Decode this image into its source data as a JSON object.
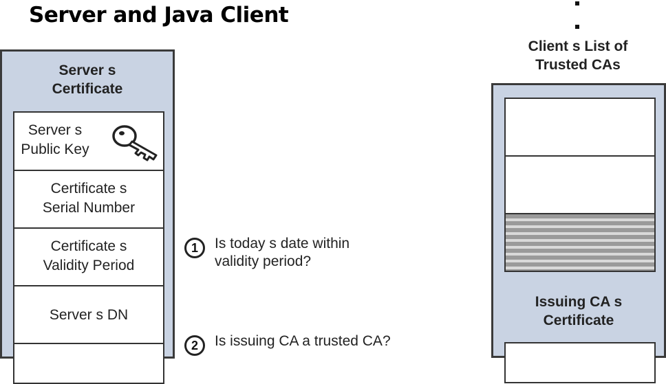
{
  "title": "Server and Java Client",
  "server_certificate": {
    "title_line1": "Server s",
    "title_line2": "Certificate",
    "fields": [
      {
        "line1": "Server s",
        "line2": "Public Key"
      },
      {
        "line1": "Certificate s",
        "line2": "Serial Number"
      },
      {
        "line1": "Certificate s",
        "line2": "Validity Period"
      },
      {
        "line1": "Server s DN",
        "line2": ""
      }
    ]
  },
  "steps": [
    {
      "number": "1",
      "line1": "Is today s date within",
      "line2": "validity period?"
    },
    {
      "number": "2",
      "line1": "Is issuing CA a trusted CA?",
      "line2": ""
    }
  ],
  "client_ca_list": {
    "title_line1": "Client s List of",
    "title_line2": "Trusted CAs"
  },
  "issuing_ca": {
    "title_line1": "Issuing CA s",
    "title_line2": "Certificate"
  },
  "icons": [
    "key-icon",
    "step-number-icon"
  ],
  "colors": {
    "panel": "#c9d3e3",
    "border": "#3a3a3a",
    "field": "#ffffff",
    "stripe": "#9a9a9a"
  }
}
